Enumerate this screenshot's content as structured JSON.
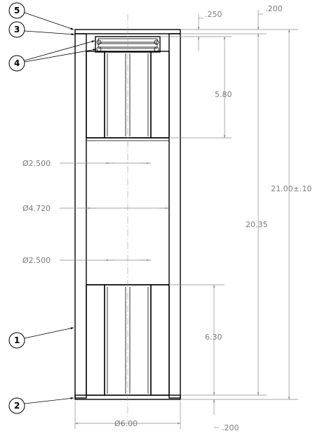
{
  "dimensions": {
    "top_thickness_1": ".250",
    "top_thickness_2": ".200",
    "upper_insert_depth": "5.80",
    "overall_length": "21.00±.10",
    "inner_length": "20.35",
    "upper_bore_dia": "Ø2.500",
    "mid_bore_dia": "Ø4.720",
    "lower_bore_dia": "Ø2.500",
    "lower_insert_depth": "6.30",
    "outer_diameter": "Ø6.00",
    "bottom_thickness": ".200"
  },
  "balloons": [
    "5",
    "3",
    "4",
    "1",
    "2"
  ],
  "colors": {
    "line": "#000000",
    "dimension": "#8a8a8a",
    "text": "#7a7a7a"
  }
}
